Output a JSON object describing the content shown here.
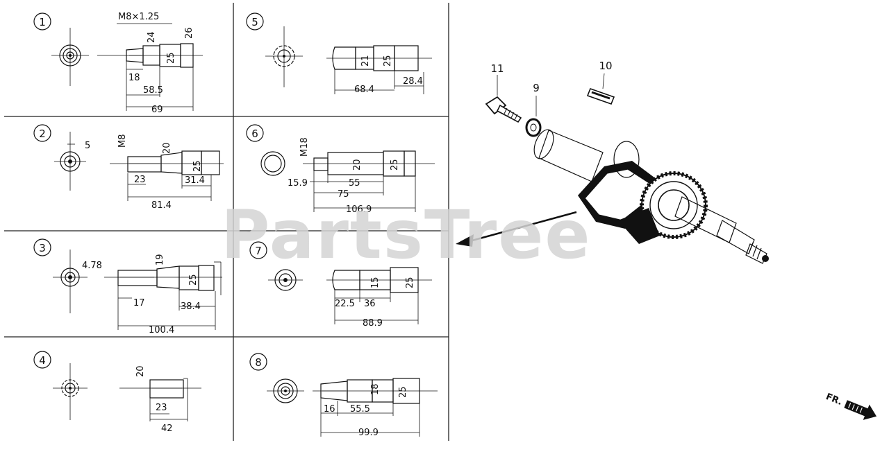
{
  "watermark": "PartsTree",
  "orientation_label": "FR.",
  "panels": [
    {
      "num": "1",
      "dims": [
        "M8×1.25",
        "24",
        "26",
        "25",
        "18",
        "58.5",
        "69"
      ]
    },
    {
      "num": "2",
      "dims": [
        "5",
        "M8",
        "20",
        "25",
        "23",
        "31.4",
        "81.4"
      ]
    },
    {
      "num": "3",
      "dims": [
        "4.78",
        "19",
        "25",
        "17",
        "38.4",
        "100.4"
      ]
    },
    {
      "num": "4",
      "dims": [
        "20",
        "23",
        "42"
      ]
    },
    {
      "num": "5",
      "dims": [
        "21",
        "25",
        "68.4",
        "28.4"
      ]
    },
    {
      "num": "6",
      "dims": [
        "M18",
        "20",
        "25",
        "15.9",
        "55",
        "75",
        "106.9"
      ]
    },
    {
      "num": "7",
      "dims": [
        "15",
        "25",
        "22.5",
        "36",
        "88.9"
      ]
    },
    {
      "num": "8",
      "dims": [
        "18",
        "25",
        "16",
        "55.5",
        "99.9"
      ]
    }
  ],
  "callouts": [
    "11",
    "9",
    "10"
  ]
}
